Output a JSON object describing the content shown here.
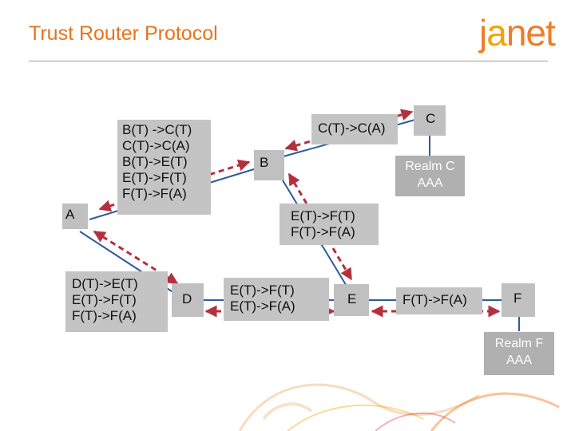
{
  "slide": {
    "title": "Trust Router Protocol",
    "logo": {
      "part1": "j",
      "part2": "a",
      "part3": "net"
    }
  },
  "nodes": {
    "a": "A",
    "b": "B",
    "c": "C",
    "d": "D",
    "e": "E",
    "f": "F"
  },
  "messages": {
    "a_to_b": "B(T) ->C(T)\nC(T)->C(A)\nB(T)->E(T)\nE(T)->F(T)\nF(T)->F(A)",
    "b_to_c": "C(T)->C(A)",
    "b_to_e": "E(T)->F(T)\nF(T)->F(A)",
    "a_to_d": "D(T)->E(T)\nE(T)->F(T)\nF(T)->F(A)",
    "d_to_e": "E(T)->F(T)\nE(T)->F(A)",
    "e_to_f": "F(T)->F(A)"
  },
  "realms": {
    "c": "Realm C\nAAA",
    "f": "Realm F\nAAA"
  },
  "colors": {
    "title": "#e8731c",
    "trust_link": "#2e5b9a",
    "message_arrow": "#b3303f",
    "box_fill": "#c4c4c4",
    "realm_fill": "#b0b0b0"
  }
}
